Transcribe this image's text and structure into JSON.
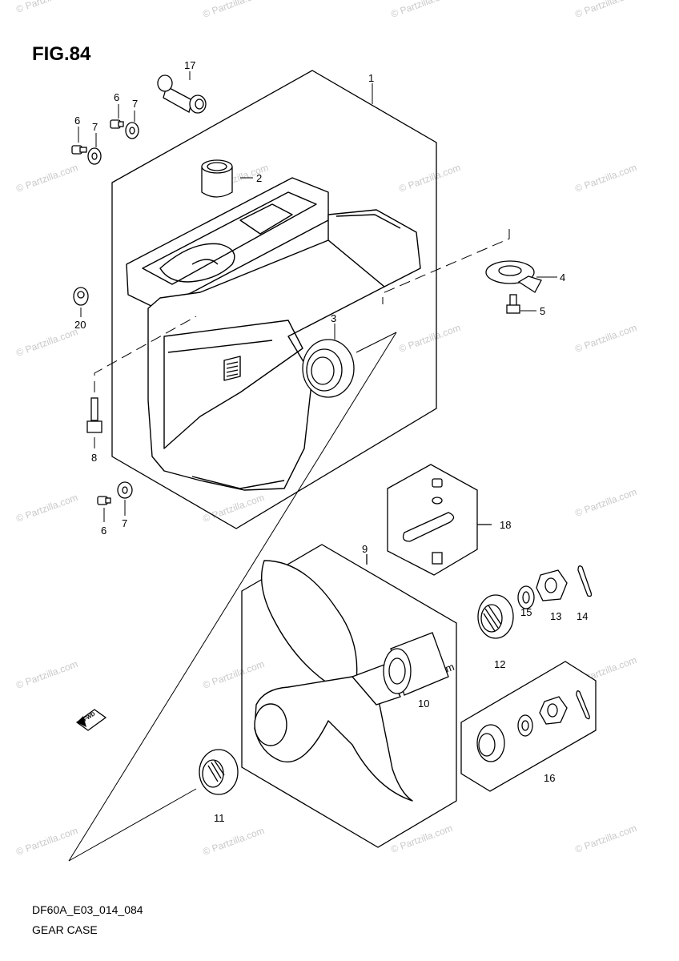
{
  "figure": {
    "title": "FIG.84"
  },
  "footer": {
    "code": "DF60A_E03_014_084",
    "name": "GEAR CASE"
  },
  "watermark": {
    "text": "© Partzilla.com",
    "color": "#c9c9c9"
  },
  "callouts": {
    "c1": "1",
    "c2": "2",
    "c3": "3",
    "c4": "4",
    "c5": "5",
    "c6a": "6",
    "c6b": "6",
    "c6c": "6",
    "c7a": "7",
    "c7b": "7",
    "c7c": "7",
    "c8": "8",
    "c9": "9",
    "c10": "10",
    "c11": "11",
    "c12": "12",
    "c13": "13",
    "c14": "14",
    "c15": "15",
    "c16": "16",
    "c17": "17",
    "c18": "18",
    "c20": "20"
  },
  "fwd_label": "FWD"
}
